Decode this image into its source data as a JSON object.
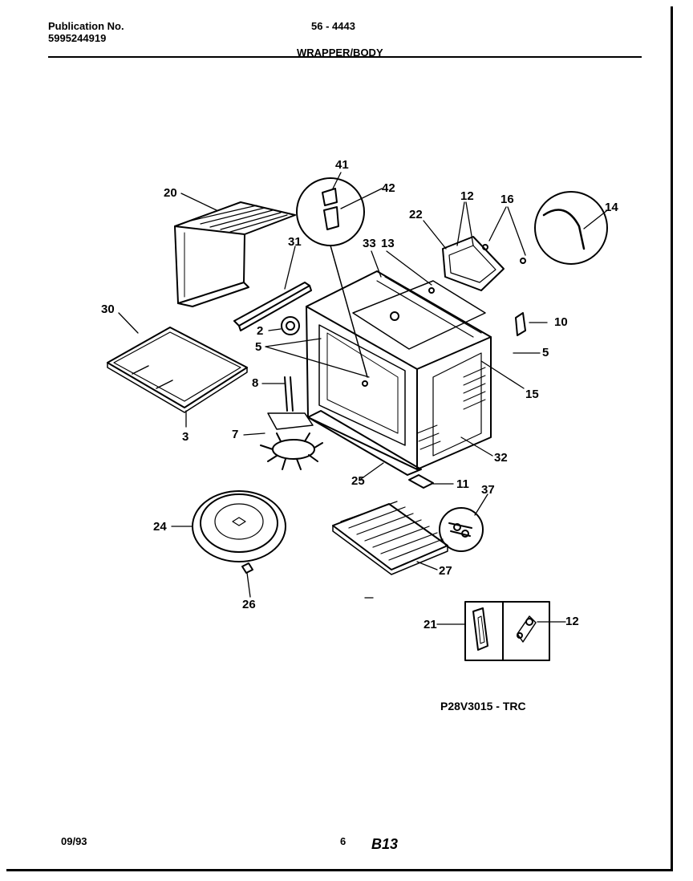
{
  "header": {
    "publication_label": "Publication No.",
    "publication_number": "5995244919",
    "model": "56 - 4443",
    "section": "WRAPPER/BODY"
  },
  "callouts": {
    "c41": "41",
    "c42": "42",
    "c20": "20",
    "c31": "31",
    "c33": "33",
    "c13": "13",
    "c12a": "12",
    "c16": "16",
    "c22": "22",
    "c14": "14",
    "c10": "10",
    "c5a": "5",
    "c15": "15",
    "c30": "30",
    "c2": "2",
    "c5b": "5",
    "c8": "8",
    "c3": "3",
    "c7": "7",
    "c32": "32",
    "c25": "25",
    "c11": "11",
    "c37": "37",
    "c24": "24",
    "c27": "27",
    "c26": "26",
    "c21": "21",
    "c12b": "12"
  },
  "figure_code": "P28V3015 - TRC",
  "footer": {
    "date": "09/93",
    "page": "6",
    "sheet": "B13"
  }
}
